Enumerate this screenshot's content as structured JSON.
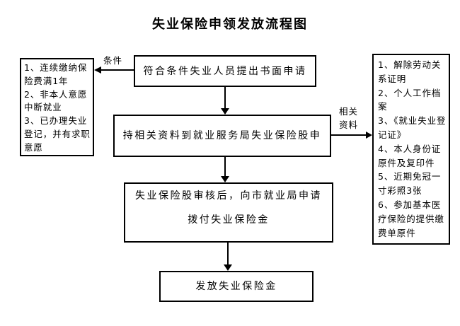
{
  "title": "失业保险申领发放流程图",
  "flow": {
    "step1": "符合条件失业人员提出书面申请",
    "step2": "持相关资料到就业服务局失业保险股申",
    "step3_line1": "失业保险股审核后，向市就业局申请",
    "step3_line2": "拨付失业保险金",
    "step4": "发放失业保险金"
  },
  "arrow_labels": {
    "condition": "条件",
    "materials": "相关资料"
  },
  "conditions_box": {
    "items": [
      "1、连续缴纳保险费满1年",
      "2、非本人意愿中断就业",
      "3、已办理失业登记，并有求职意愿"
    ]
  },
  "materials_box": {
    "items": [
      "1、解除劳动关系证明",
      "2、个人工作档案",
      "3、《就业失业登记证》",
      "4、本人身份证原件及复印件",
      "5、近期免冠一寸彩照3张",
      "6、参加基本医疗保险的提供缴费单原件"
    ]
  },
  "colors": {
    "background": "#ffffff",
    "line": "#000000",
    "text": "#000000"
  }
}
